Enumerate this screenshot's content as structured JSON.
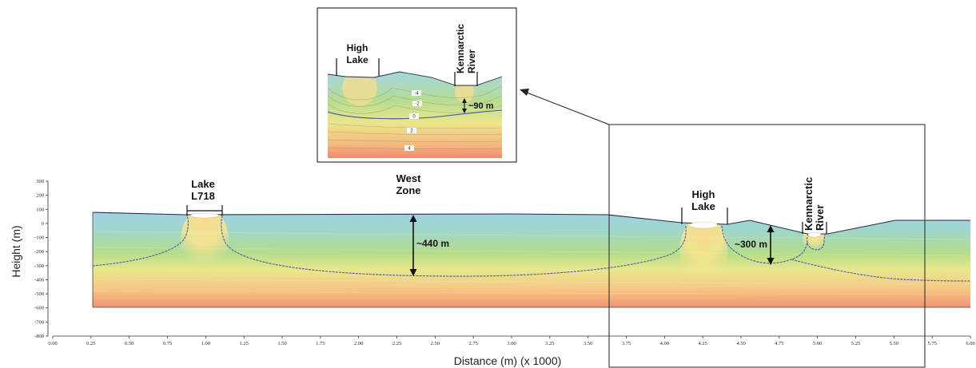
{
  "chart_data": {
    "type": "cross-section",
    "ylabel": "Height (m)",
    "xlabel": "Distance (m) (x  1000)",
    "ylim": [
      -800,
      300
    ],
    "xlim": [
      0.0,
      6.0
    ],
    "y_ticks": [
      300,
      200,
      100,
      0,
      -100,
      -200,
      -300,
      -400,
      -500,
      -600,
      -700,
      -800
    ],
    "x_ticks": [
      "0.00",
      "0.25",
      "0.50",
      "0.75",
      "1.00",
      "1.25",
      "1.50",
      "1.75",
      "2.00",
      "2.25",
      "2.50",
      "2.75",
      "3.00",
      "3.25",
      "3.50",
      "3.75",
      "4.00",
      "4.25",
      "4.50",
      "4.75",
      "5.00",
      "5.25",
      "5.50",
      "5.75",
      "6.00"
    ],
    "features": [
      {
        "label_lines": [
          "Lake",
          "L718"
        ],
        "x_from": 0.85,
        "x_to": 1.07
      },
      {
        "label_lines": [
          "West",
          "Zone"
        ],
        "x": 2.35
      },
      {
        "label_lines": [
          "High",
          "Lake"
        ],
        "x_from": 4.11,
        "x_to": 4.41
      },
      {
        "label_lines": [
          "Kennarctic",
          "River"
        ],
        "x_from": 4.89,
        "x_to": 5.05
      }
    ],
    "measurements": [
      {
        "label": "~440 m",
        "x": 2.35,
        "y_top": 70,
        "y_bottom": -370
      },
      {
        "label": "~300 m",
        "x": 4.67,
        "y_top": -10,
        "y_bottom": -310
      }
    ],
    "colors": {
      "surface": "#2a2a3a",
      "dividing_line": "#4a5fa8",
      "top": "#9ed0ec",
      "bottom": "#f08f73"
    }
  },
  "inset": {
    "features": [
      {
        "label_lines": [
          "High",
          "Lake"
        ]
      },
      {
        "label_lines": [
          "Kennarctic",
          "River"
        ]
      }
    ],
    "depth_label": "~90 m",
    "contour_labels": [
      "-4",
      "-2",
      "0",
      "2",
      "4"
    ]
  }
}
